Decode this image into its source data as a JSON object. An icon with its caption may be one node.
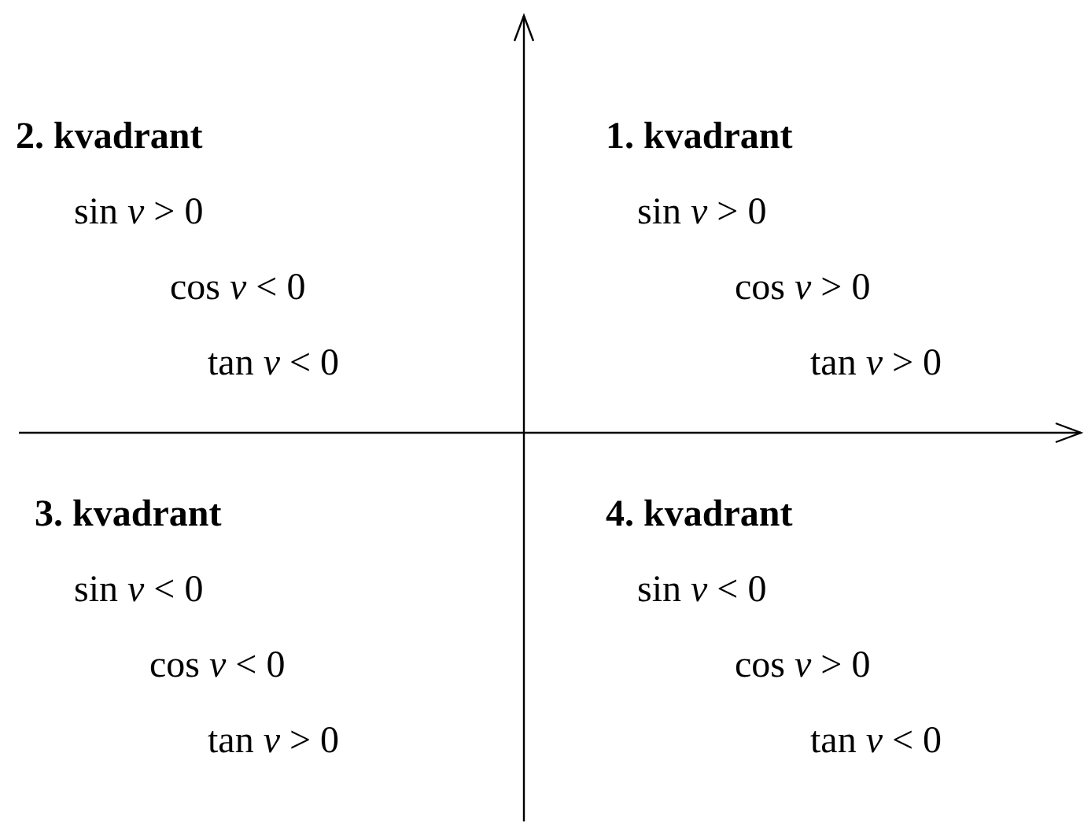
{
  "diagram": {
    "labels": [
      "2. kvadrant",
      "1. kvadrant",
      "sin *v* > 0",
      "sin *v* > 0",
      "cos *v* < 0",
      "cos *v* > 0",
      "tan *v* < 0",
      "tan *v* > 0",
      "3. kvadrant",
      "4. kvadrant",
      "sin *v* < 0",
      "sin *v* < 0",
      "cos *v* < 0",
      "cos *v* > 0",
      "tan *v* > 0",
      "tan *v* < 0"
    ]
  }
}
